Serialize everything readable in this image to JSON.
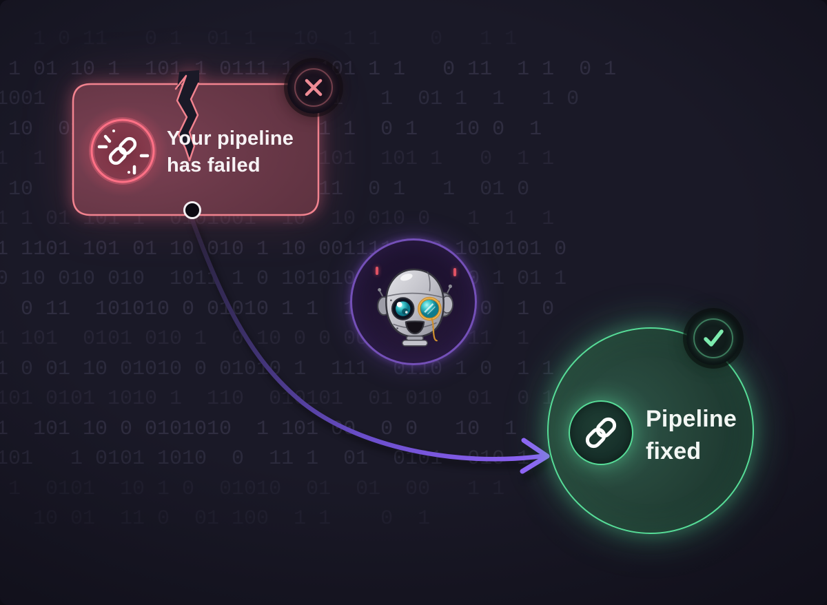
{
  "colors": {
    "background": "#1a1927",
    "pink_accent": "#f2838f",
    "card_fill": "#6e3b4d",
    "green_accent": "#57dd98",
    "purple_accent": "#8b5cf6",
    "robot_ring": "#7450b8"
  },
  "background": {
    "binary_rows": [
      "   1 0 11   0 1  01 1   10  1 1    0   1 1",
      " 1 01 10 1  101 1 0111 1  101 1 1   0 11  1 1  0 1",
      "1001    1 1 1 101 1 1011 1 1   1  01 1  1   1 0",
      " 10  0101010 11   10 0 01 1 1  0 1   10 0  1",
      "1  1  10101   01 1 1010   101  101 1   0  1 1",
      " 10   1010101 101   01101 11  0 1   1  01 0",
      "1 1 01 101 1  0101001  10  10 010 0   1  1  1",
      "1 1101 101 01 10 010 1 10 0011110 10 1010101 0",
      "0 10 010 010  1011 1 0 10101010  10 0 0 1 01 1",
      "  0 11  101010 0 01010 1 1  1110 1  1  0  1 0",
      "1 101  0101 010 1  0 10 0 0 00 01  0  11  1",
      "1 0 01 10 01010 0 01010 1  111  0110 1 0  1 1",
      "101 0101 1010 1  110  010101  01 010  01  0 1",
      "1  101 10 0 0101010  1 101 00  0 0   10  1",
      "101   1 0101 1010  0  11 1  01  0101  010 1",
      " 1  0101  10 1 0  01010  01  01  00   1 1",
      "   10 01  11 0  01 100  1 1    0  1"
    ]
  },
  "failed_card": {
    "line1": "Your pipeline",
    "line2": "has failed",
    "icon": "broken-link-icon",
    "status_icon": "x-icon"
  },
  "robot": {
    "icon": "robot-mascot-icon"
  },
  "fixed_circle": {
    "line1": "Pipeline",
    "line2": "fixed",
    "icon": "link-icon",
    "status_icon": "check-icon"
  }
}
